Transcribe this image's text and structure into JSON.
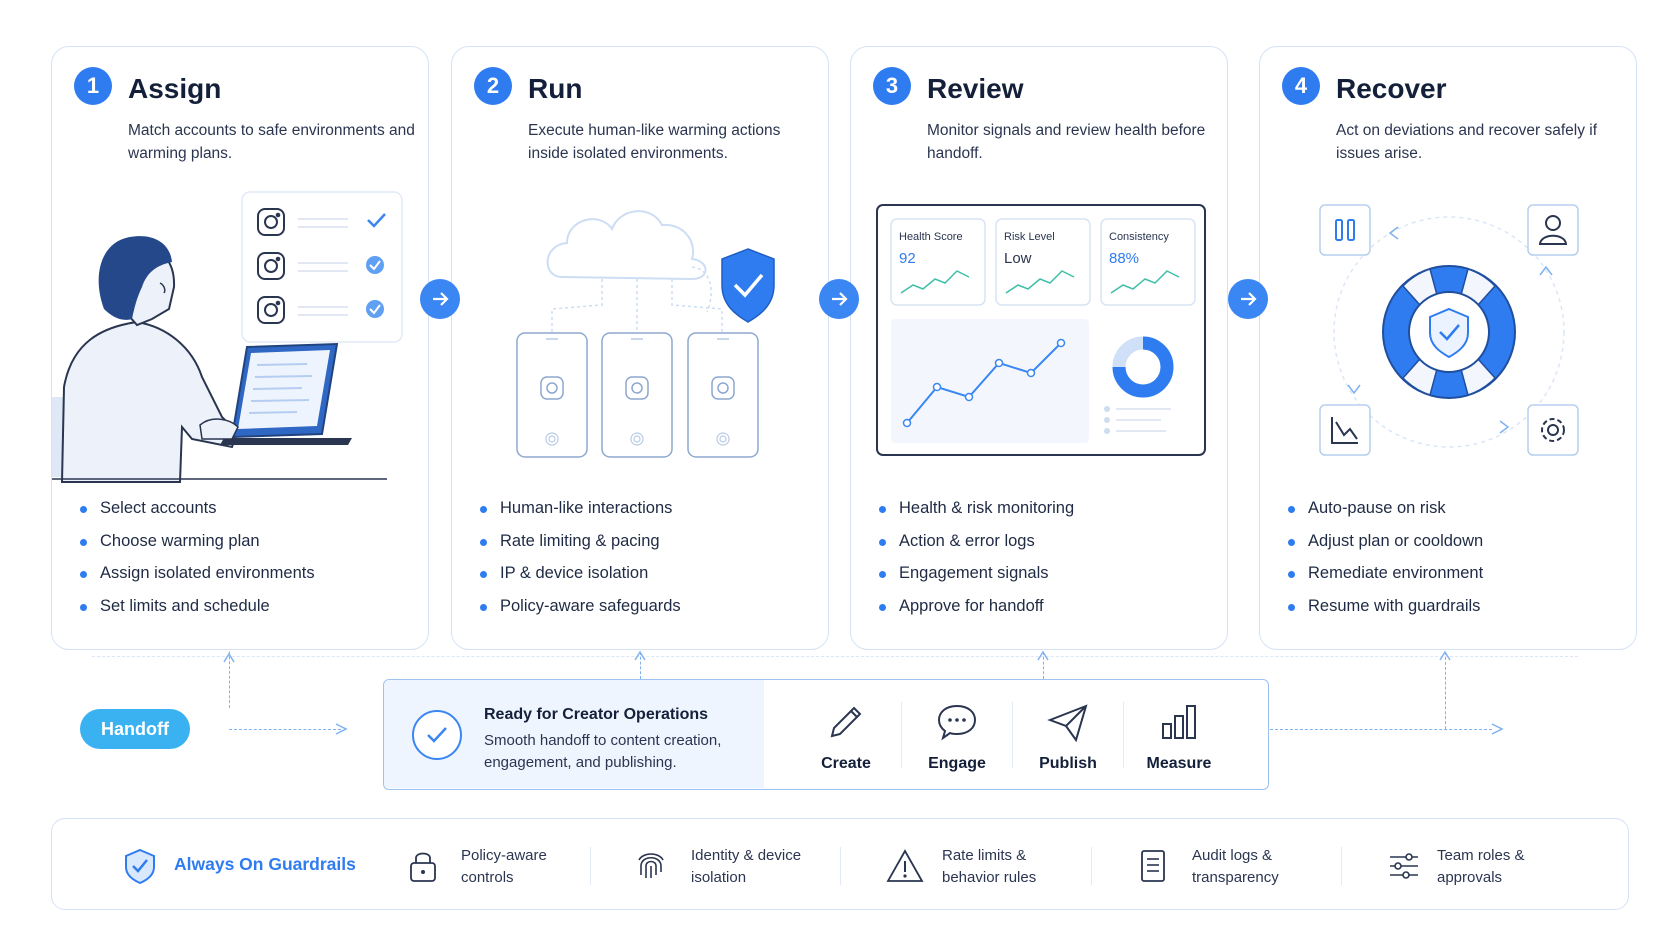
{
  "steps": [
    {
      "number": "1",
      "title": "Assign",
      "description": "Match accounts to safe environments and warming plans.",
      "bullets": [
        "Select accounts",
        "Choose warming plan",
        "Assign isolated environments",
        "Set limits and schedule"
      ]
    },
    {
      "number": "2",
      "title": "Run",
      "description": "Execute human-like warming actions inside isolated environments.",
      "bullets": [
        "Human-like interactions",
        "Rate limiting & pacing",
        "IP & device isolation",
        "Policy-aware safeguards"
      ]
    },
    {
      "number": "3",
      "title": "Review",
      "description": "Monitor signals and review health before handoff.",
      "bullets": [
        "Health & risk monitoring",
        "Action & error logs",
        "Engagement signals",
        "Approve for handoff"
      ],
      "metrics": [
        {
          "label": "Health Score",
          "value": "92"
        },
        {
          "label": "Risk Level",
          "value": "Low"
        },
        {
          "label": "Consistency",
          "value": "88%"
        }
      ]
    },
    {
      "number": "4",
      "title": "Recover",
      "description": "Act on deviations and recover safely if issues arise.",
      "bullets": [
        "Auto-pause on risk",
        "Adjust plan or cooldown",
        "Remediate environment",
        "Resume with guardrails"
      ]
    }
  ],
  "handoff": {
    "label": "Handoff",
    "ready_title": "Ready for Creator Operations",
    "ready_desc": "Smooth handoff to content creation, engagement, and publishing.",
    "operations": [
      "Create",
      "Engage",
      "Publish",
      "Measure"
    ]
  },
  "guardrails": {
    "title": "Always On Guardrails",
    "items": [
      {
        "text": "Policy-aware controls",
        "icon": "lock-icon"
      },
      {
        "text": "Identity & device isolation",
        "icon": "fingerprint-icon"
      },
      {
        "text": "Rate limits & behavior rules",
        "icon": "warning-icon"
      },
      {
        "text": "Audit logs & transparency",
        "icon": "document-icon"
      },
      {
        "text": "Team roles & approvals",
        "icon": "sliders-icon"
      }
    ]
  },
  "colors": {
    "accent": "#2f7cf0",
    "light_accent": "#3ab2f2",
    "border": "#d4e2f6",
    "text": "#14203a"
  }
}
